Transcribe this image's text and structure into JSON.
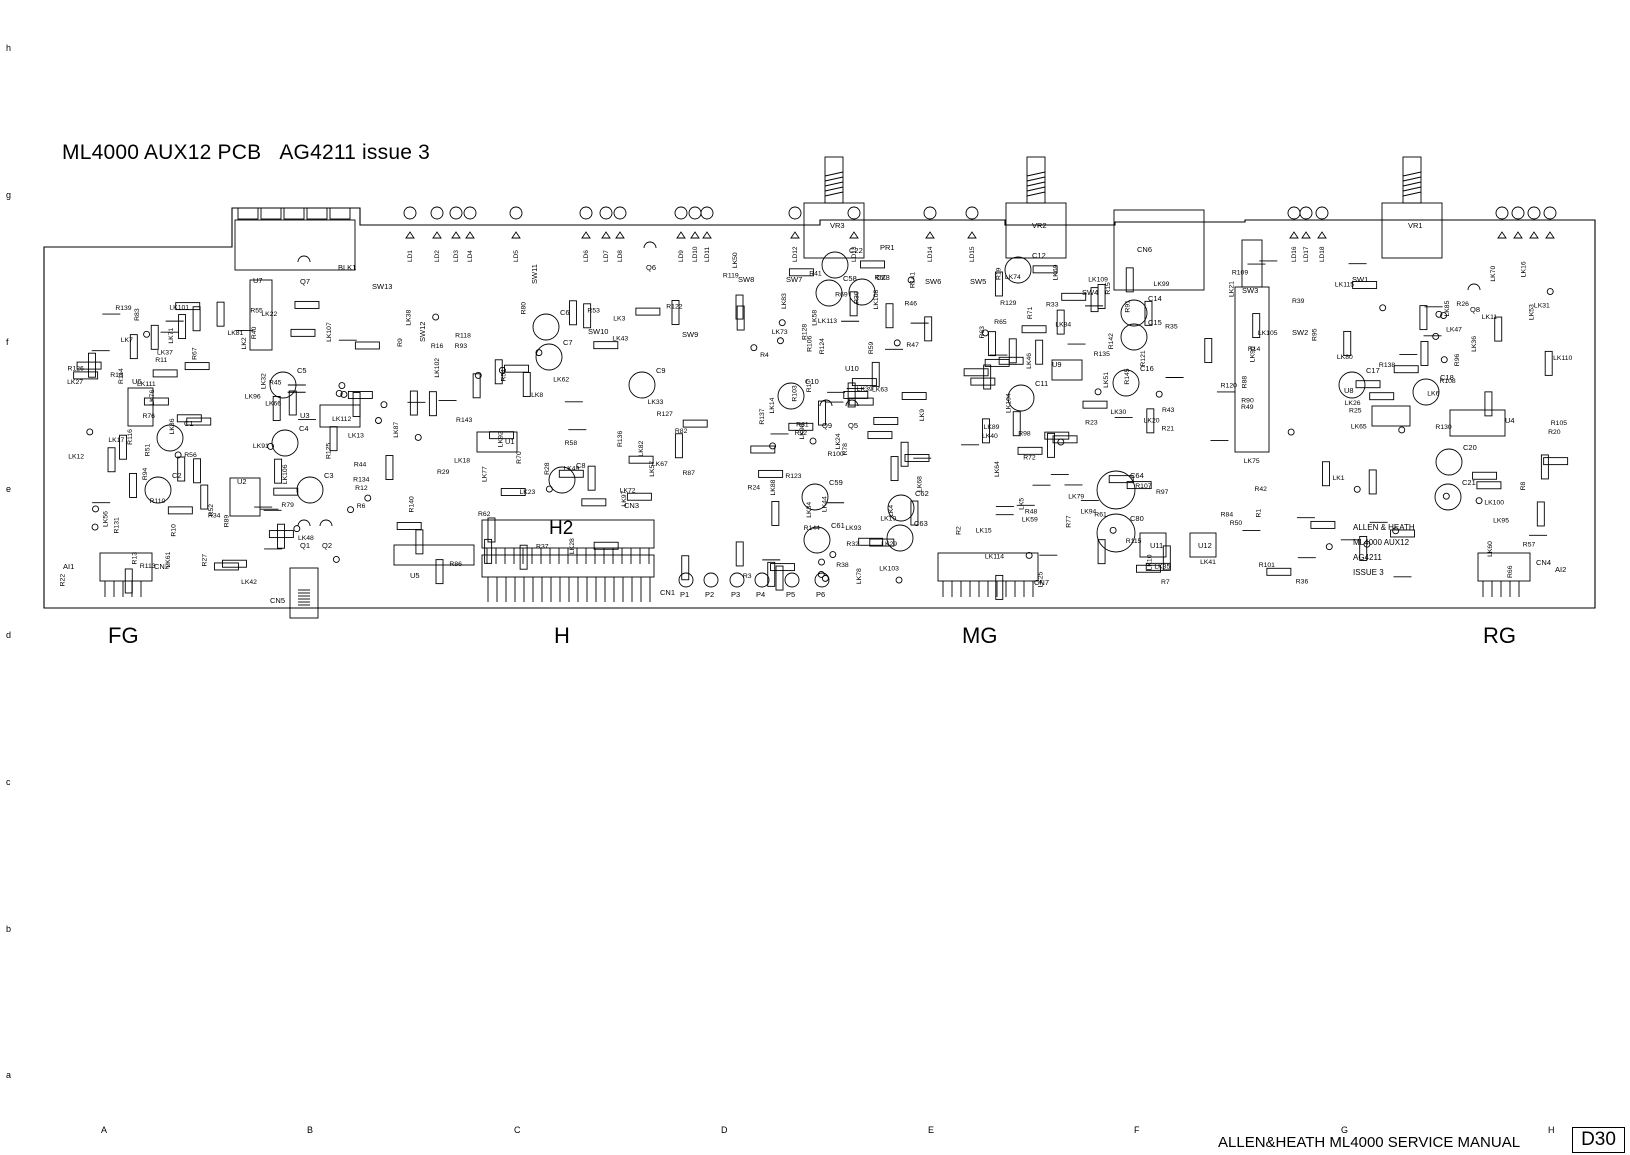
{
  "header": {
    "board_name": "ML4000 AUX12 PCB",
    "board_code": "AG4211 issue 3"
  },
  "row_labels": [
    {
      "label": "h"
    },
    {
      "label": "g"
    },
    {
      "label": "f"
    },
    {
      "label": "e"
    },
    {
      "label": "d"
    },
    {
      "label": "c"
    },
    {
      "label": "b"
    },
    {
      "label": "a"
    }
  ],
  "column_labels": [
    "A",
    "B",
    "C",
    "D",
    "E",
    "F",
    "G",
    "H"
  ],
  "sections": [
    "FG",
    "H",
    "MG",
    "RG"
  ],
  "board_info": [
    "ALLEN & HEATH",
    "ML4000 AUX12",
    "AG4211",
    "ISSUE 3"
  ],
  "footer": {
    "manual": "ALLEN&HEATH ML4000 SERVICE MANUAL",
    "page": "D30"
  },
  "connectors": [
    "CN2",
    "CN3",
    "CN4",
    "CN5",
    "CN6",
    "CN7",
    "CN1"
  ],
  "switches": [
    "SW1",
    "SW2",
    "SW3",
    "SW4",
    "SW5",
    "SW6",
    "SW7",
    "SW8",
    "SW9",
    "SW10",
    "SW11",
    "SW12",
    "SW13"
  ],
  "pots": [
    "VR1",
    "VR2",
    "VR3"
  ],
  "leds": [
    "LD1",
    "LD2",
    "LD3",
    "LD4",
    "LD5",
    "LD6",
    "LD7",
    "LD8",
    "LD9",
    "LD10",
    "LD11",
    "LD12",
    "LD13",
    "LD14",
    "LD15",
    "LD16",
    "LD17",
    "LD18"
  ],
  "ics": [
    "U1",
    "U2",
    "U3",
    "U4",
    "U5",
    "U6",
    "U7",
    "U8",
    "U9",
    "U10",
    "U11",
    "U12"
  ],
  "capacitors": [
    "C1",
    "C2",
    "C3",
    "C4",
    "C5",
    "C6",
    "C7",
    "C8",
    "C9",
    "C10",
    "C11",
    "C12",
    "C14",
    "C15",
    "C16",
    "C17",
    "C18",
    "C20",
    "C21",
    "C22",
    "C23",
    "C58",
    "C59",
    "C61",
    "C62",
    "C63",
    "C64",
    "C80"
  ],
  "test_points": [
    "P1",
    "P2",
    "P3",
    "P4",
    "P5",
    "P6"
  ],
  "transistors": [
    "Q1",
    "Q2",
    "Q5",
    "Q6",
    "Q7",
    "Q8",
    "Q9"
  ],
  "misc_labels": [
    "BLK1",
    "H2",
    "AI1",
    "AI2",
    "PR1"
  ],
  "resistors_links": [
    "R55",
    "R62",
    "R47",
    "R61",
    "R50",
    "R52",
    "R53",
    "R60",
    "R63",
    "R36",
    "R34",
    "R37",
    "R38",
    "R35",
    "R39",
    "R40",
    "R44",
    "R41",
    "R48",
    "R14",
    "R13",
    "R16",
    "R17",
    "R19",
    "R20",
    "R18",
    "R29",
    "R30",
    "R15",
    "R66",
    "R67",
    "R9",
    "R4",
    "R7",
    "R8",
    "R10",
    "R6",
    "R3",
    "R2",
    "R1",
    "R126",
    "R125",
    "R124",
    "R97",
    "R96",
    "R116",
    "R134",
    "R106",
    "R107",
    "R108",
    "R110",
    "R118",
    "R119",
    "R115",
    "R109",
    "R113",
    "R122",
    "R123",
    "R121",
    "R120",
    "R114",
    "R127",
    "R128",
    "R129",
    "R130",
    "R131",
    "R143",
    "R144",
    "R145",
    "R105",
    "R94",
    "R93",
    "R92",
    "R91",
    "R90",
    "R89",
    "R87",
    "R103",
    "R98",
    "R88",
    "R76",
    "R86",
    "R100",
    "R72",
    "R49",
    "R51",
    "R54",
    "R46",
    "R43",
    "R42",
    "R45",
    "R70",
    "R69",
    "R71",
    "R95",
    "R79",
    "R80",
    "R78",
    "R77",
    "R26",
    "R27",
    "R28",
    "R24",
    "R23",
    "R25",
    "R22",
    "R136",
    "R137",
    "R135",
    "R138",
    "R139",
    "R140",
    "R141",
    "R142",
    "R84",
    "R83",
    "R82",
    "R81",
    "R21",
    "R101",
    "R11",
    "R12",
    "R32",
    "R33",
    "R57",
    "R56",
    "R58",
    "R59",
    "R65",
    "LK1",
    "LK2",
    "LK3",
    "LK4",
    "LK5",
    "LK6",
    "LK7",
    "LK8",
    "LK9",
    "LK10",
    "LK11",
    "LK12",
    "LK13",
    "LK14",
    "LK15",
    "LK16",
    "LK17",
    "LK18",
    "LK19",
    "LK20",
    "LK21",
    "LK22",
    "LK23",
    "LK24",
    "LK25",
    "LK26",
    "LK27",
    "LK28",
    "LK29",
    "LK30",
    "LK31",
    "LK32",
    "LK33",
    "LK34",
    "LK35",
    "LK36",
    "LK37",
    "LK38",
    "LK39",
    "LK40",
    "LK41",
    "LK42",
    "LK43",
    "LK44",
    "LK46",
    "LK47",
    "LK48",
    "LK49",
    "LK50",
    "LK51",
    "LK53",
    "LK56",
    "LK57",
    "LK58",
    "LK59",
    "LK60",
    "LK61",
    "LK62",
    "LK63",
    "LK64",
    "LK65",
    "LK66",
    "LK67",
    "LK68",
    "LK69",
    "LK70",
    "LK71",
    "LK72",
    "LK73",
    "LK74",
    "LK75",
    "LK76",
    "LK77",
    "LK78",
    "LK79",
    "LK80",
    "LK81",
    "LK82",
    "LK83",
    "LK84",
    "LK85",
    "LK86",
    "LK87",
    "LK88",
    "LK89",
    "LK90",
    "LK91",
    "LK92",
    "LK93",
    "LK94",
    "LK95",
    "LK96",
    "LK97",
    "LK98",
    "LK99",
    "LK100",
    "LK101",
    "LK102",
    "LK103",
    "LK104",
    "LK105",
    "LK106",
    "LK107",
    "LK108",
    "LK109",
    "LK110",
    "LK111",
    "LK112",
    "LK113",
    "LK114",
    "LK115"
  ]
}
